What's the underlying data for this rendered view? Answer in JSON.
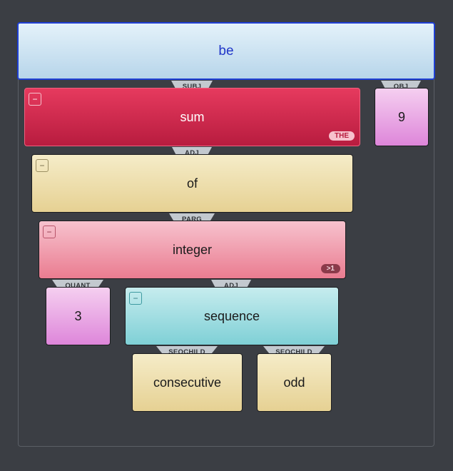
{
  "root": {
    "label": "be"
  },
  "nodes": {
    "sum": {
      "label": "sum",
      "badge": "THE"
    },
    "nine": {
      "label": "9"
    },
    "of": {
      "label": "of"
    },
    "integer": {
      "label": "integer",
      "badge": ">1"
    },
    "three": {
      "label": "3"
    },
    "sequence": {
      "label": "sequence"
    },
    "consecutive": {
      "label": "consecutive"
    },
    "odd": {
      "label": "odd"
    }
  },
  "edges": {
    "subj": "SUBJ",
    "obj": "OBJ",
    "adj_of": "ADJ",
    "parg": "PARG",
    "quant": "QUANT",
    "adj_sequence": "ADJ",
    "seqchild_consecutive": "SEQCHILD",
    "seqchild_odd": "SEQCHILD"
  },
  "collapse_symbol": "−",
  "colors": {
    "background": "#3b3e44",
    "root_border": "#1f3fd4",
    "subj_node": "#d42a4f",
    "edge_label_bg": "#c3c9cf"
  }
}
